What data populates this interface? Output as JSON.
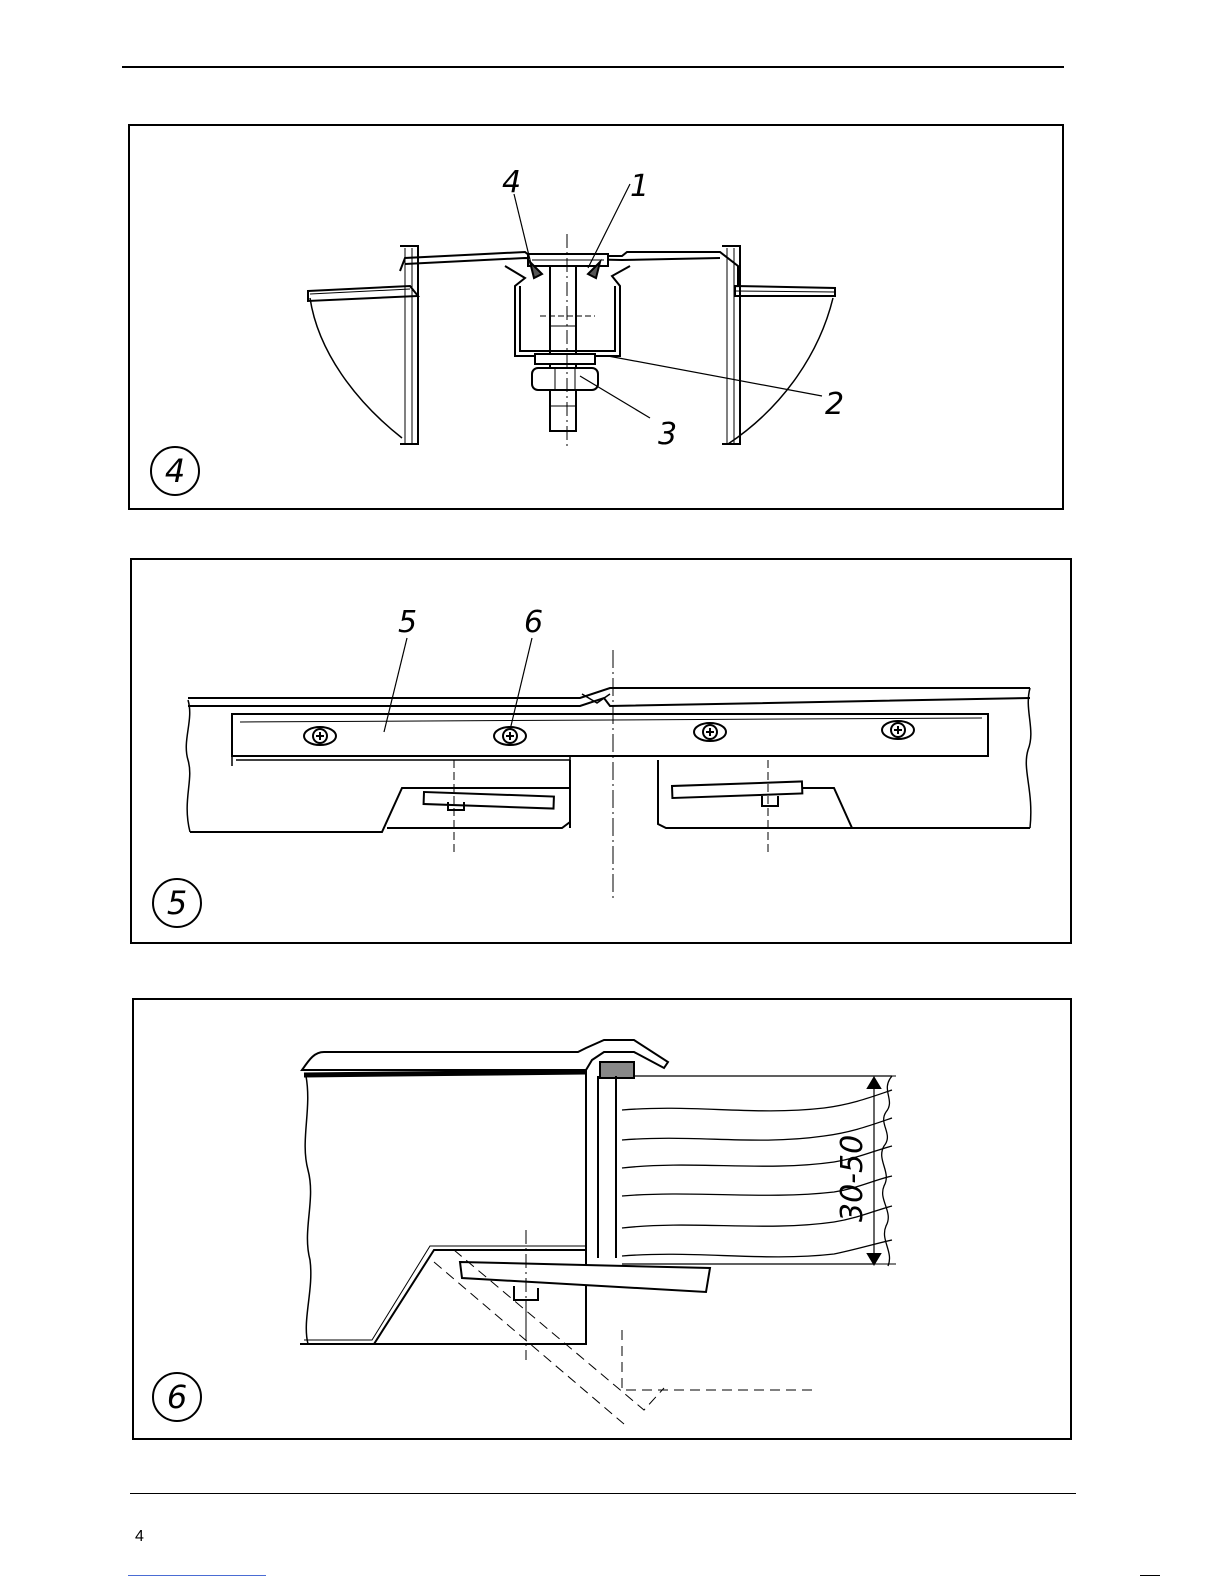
{
  "figures": [
    {
      "number": "4",
      "callouts": {
        "c1": "1",
        "c2": "2",
        "c3": "3",
        "c4": "4"
      }
    },
    {
      "number": "5",
      "callouts": {
        "c5": "5",
        "c6": "6"
      }
    },
    {
      "number": "6",
      "dimension": "30-50"
    }
  ],
  "footer": {
    "page_number": "4"
  }
}
